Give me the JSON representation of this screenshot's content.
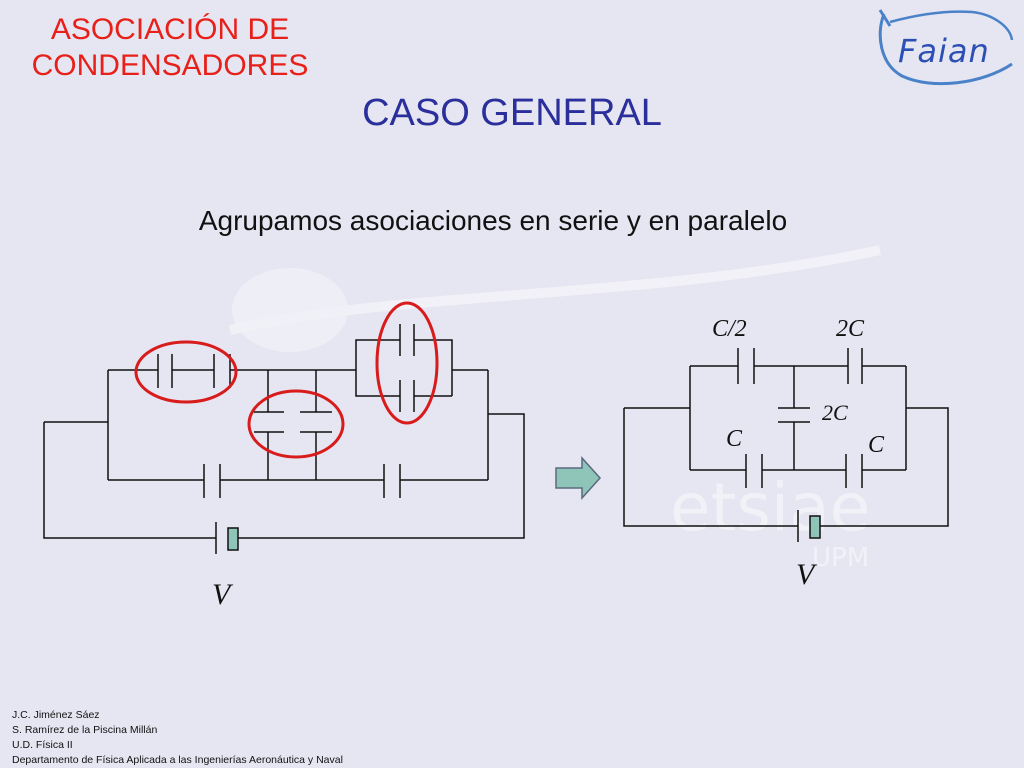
{
  "slide": {
    "title_line1": "ASOCIACIÓN DE",
    "title_line2": "CONDENSADORES",
    "heading": "CASO GENERAL",
    "subtitle": "Agrupamos asociaciones en serie y en paralelo"
  },
  "logo": {
    "text": "Faian"
  },
  "watermark": {
    "text_main": "etsiae",
    "text_sub": "UPM"
  },
  "circuit_left": {
    "voltage_label": "V"
  },
  "circuit_right": {
    "labels": {
      "top_left": "C/2",
      "top_right": "2C",
      "middle": "2C",
      "bottom_left": "C",
      "bottom_right": "C"
    },
    "voltage_label": "V"
  },
  "arrow": {
    "icon": "right-arrow-icon"
  },
  "footer": {
    "lines": [
      "J.C. Jiménez Sáez",
      "S. Ramírez de la Piscina Millán",
      "U.D. Física II",
      "Departamento de Física Aplicada a las Ingenierías Aeronáutica y Naval"
    ]
  },
  "colors": {
    "title_red": "#e8201a",
    "heading_blue": "#2b2f9c",
    "highlight_red": "#d81b1b",
    "battery_fill": "#8fc4b8"
  }
}
